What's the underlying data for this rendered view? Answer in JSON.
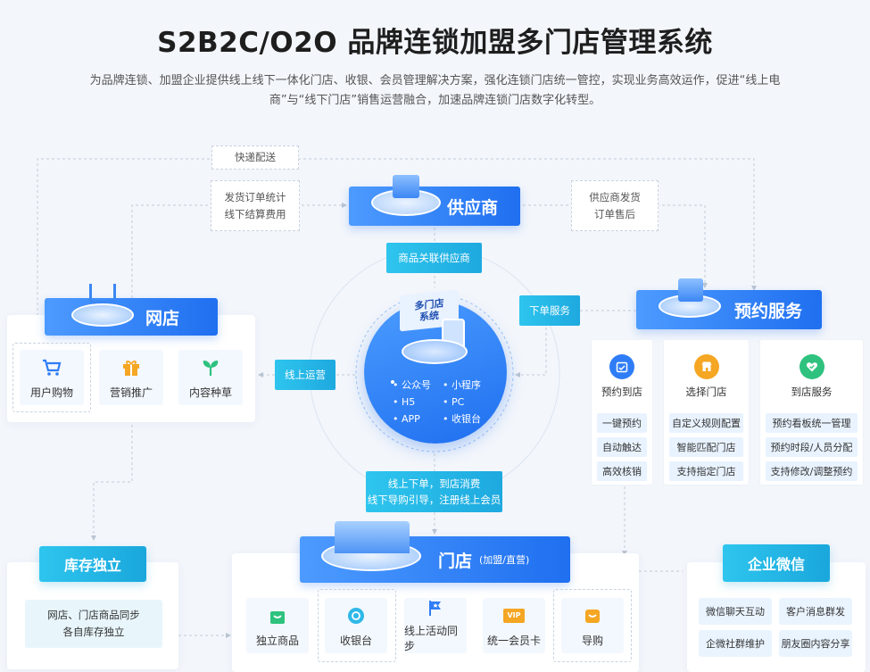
{
  "header": {
    "title": "S2B2C/O2O 品牌连锁加盟多门店管理系统",
    "subtitle": "为品牌连锁、加盟企业提供线上线下一体化门店、收银、会员管理解决方案，强化连锁门店统一管控，实现业务高效运作，促进“线上电商”与“线下门店”销售运营融合，加速品牌连锁门店数字化转型。"
  },
  "notes": {
    "express": "快递配送",
    "settle_line1": "发货订单统计",
    "settle_line2": "线下结算费用",
    "supplier_ship_line1": "供应商发货",
    "supplier_ship_line2": "订单售后"
  },
  "supplier": {
    "label": "供应商"
  },
  "center": {
    "tag_top": "商品关联供应商",
    "badge_line1": "多门店",
    "badge_line2": "系统",
    "features": [
      "公众号",
      "小程序",
      "H5",
      "PC",
      "APP",
      "收银台"
    ],
    "tag_left": "线上运营",
    "tag_right": "下单服务",
    "tag_bottom_line1": "线上下单，到店消费",
    "tag_bottom_line2": "线下导购引导，注册线上会员"
  },
  "online_shop": {
    "label": "网店",
    "tiles": [
      "用户购物",
      "营销推广",
      "内容种草"
    ]
  },
  "booking": {
    "label": "预约服务",
    "columns": [
      {
        "header": "预约到店",
        "items": [
          "一键预约",
          "自动触达",
          "高效核销"
        ],
        "color": "#2f7df6",
        "icon": "calendar-check-icon"
      },
      {
        "header": "选择门店",
        "items": [
          "自定义规则配置",
          "智能匹配门店",
          "支持指定门店"
        ],
        "color": "#f5a623",
        "icon": "store-icon"
      },
      {
        "header": "到店服务",
        "items": [
          "预约看板统一管理",
          "预约时段/人员分配",
          "支持修改/调整预约"
        ],
        "color": "#2ec27e",
        "icon": "heart-check-icon"
      }
    ]
  },
  "inventory": {
    "label": "库存独立",
    "line1": "网店、门店商品同步",
    "line2": "各自库存独立"
  },
  "store": {
    "label": "门店",
    "sublabel": "(加盟/直营)",
    "tiles": [
      "独立商品",
      "收银台",
      "线上活动同步",
      "统一会员卡",
      "导购"
    ],
    "vip_text": "VIP"
  },
  "wechat": {
    "label": "企业微信",
    "items": [
      "微信聊天互动",
      "客户消息群发",
      "企微社群维护",
      "朋友圈内容分享"
    ]
  },
  "colors": {
    "primary": "#1f6ff0",
    "teal": "#1ea9df",
    "green": "#2ec27e",
    "orange": "#f5a623"
  }
}
